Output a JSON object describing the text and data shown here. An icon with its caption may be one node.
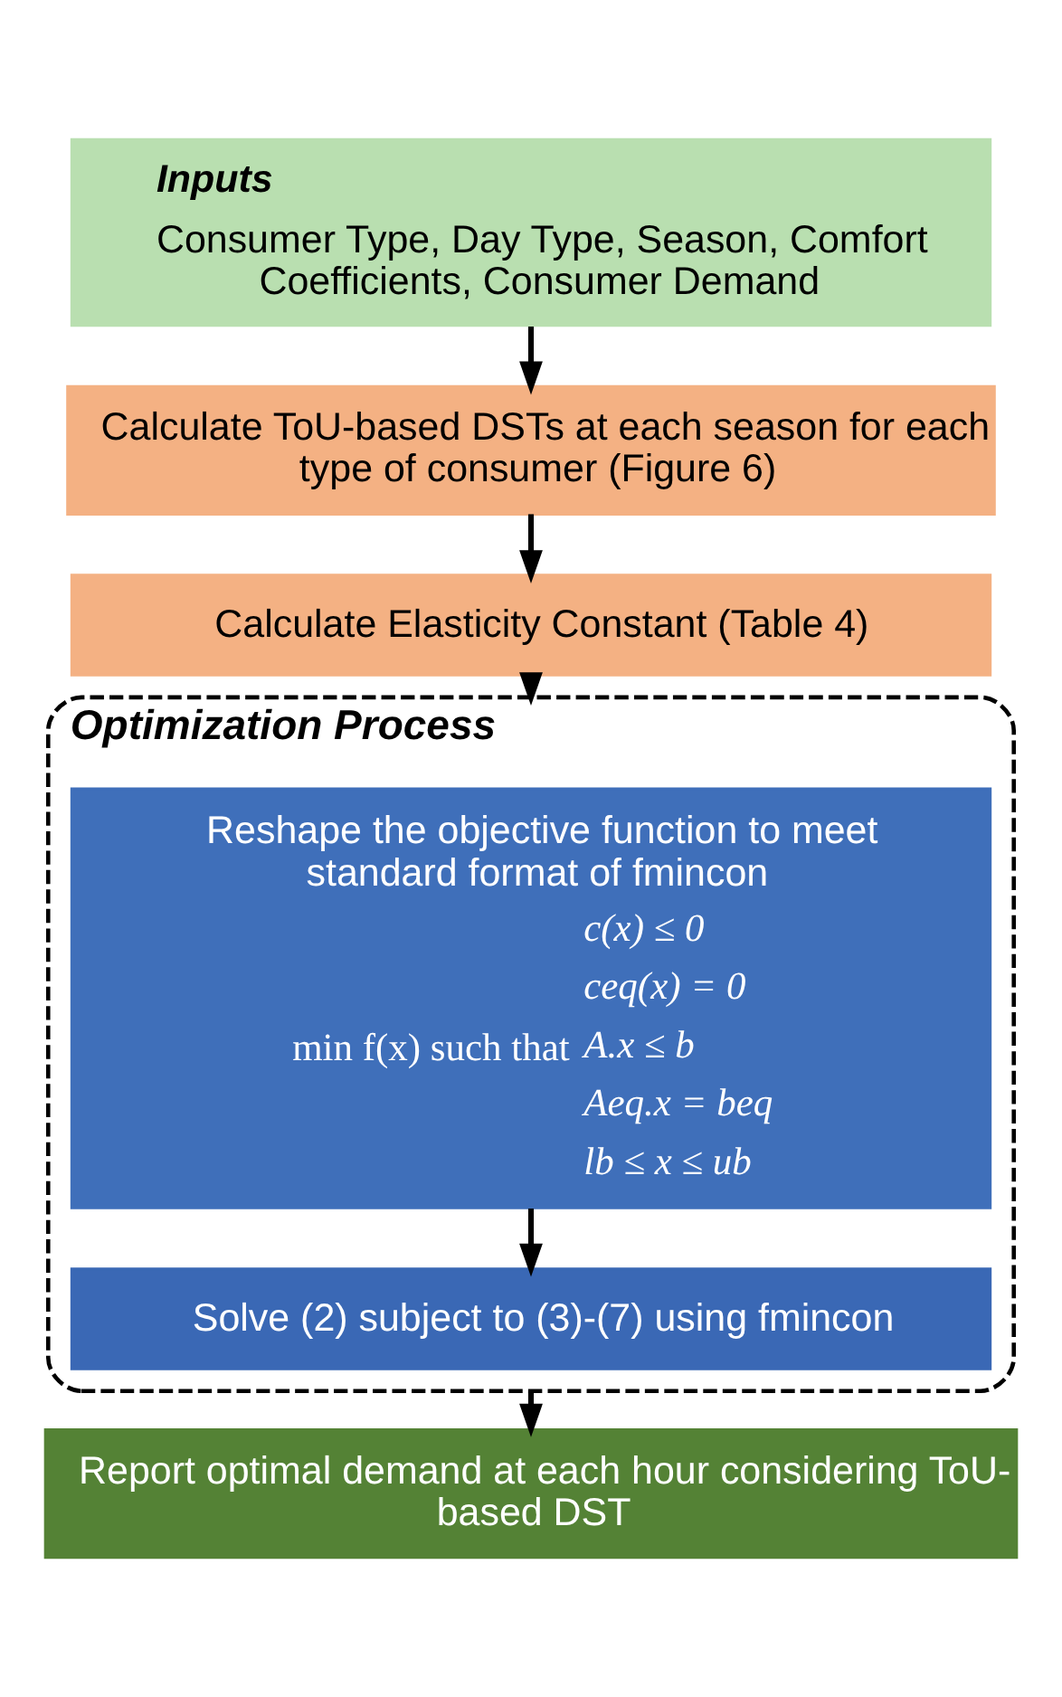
{
  "diagram": {
    "nodes": [
      {
        "text": [
          "Inputs",
          "Consumer Type, Day Type, Season, Comfort Coefficients, Consumer Demand"
        ]
      },
      {
        "text": [
          "Calculate ToU-based DSTs at each season for each type of consumer (Figure 6)"
        ]
      },
      {
        "text": [
          "Calculate Elasticity Constant (Table 4)"
        ]
      },
      {
        "text": [
          "Optimization Process"
        ]
      },
      {
        "text": [
          "Reshape the objective function to meet standard format of fmincon",
          "min f(x) such that",
          "c(x) ≤ 0",
          "ceq(x) = 0",
          "A.x ≤ b",
          "Aeq.x = beq",
          "lb ≤ x ≤ ub"
        ],
        "in": 3
      },
      {
        "text": [
          "Solve (2) subject to (3)-(7) using fmincon"
        ],
        "in": 3
      },
      {
        "text": [
          "Report optimal demand at each hour considering ToU-based DST"
        ]
      }
    ],
    "edges": [
      {
        "from": 0,
        "to": 1,
        "arrow": "to"
      },
      {
        "from": 1,
        "to": 2,
        "arrow": "to"
      },
      {
        "from": 2,
        "to": 3,
        "arrow": "to"
      },
      {
        "from": 4,
        "to": 5,
        "arrow": "to"
      },
      {
        "from": 3,
        "to": 6,
        "arrow": "to"
      }
    ]
  }
}
